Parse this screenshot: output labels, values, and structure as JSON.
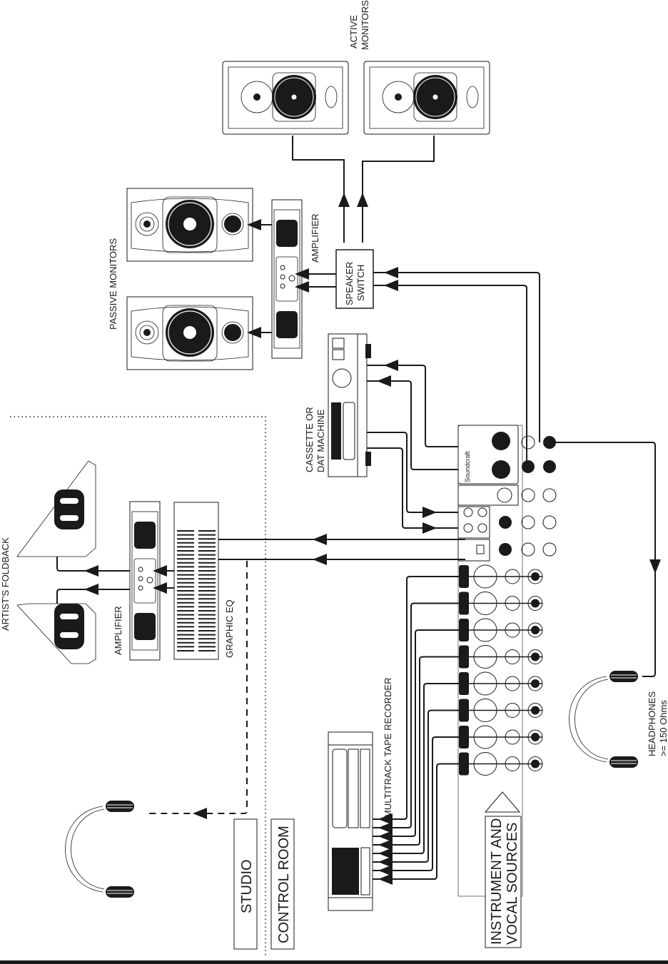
{
  "diagram": {
    "title": "Studio monitoring and recording setup",
    "zones": [
      {
        "id": "studio",
        "label": "STUDIO"
      },
      {
        "id": "control_room",
        "label": "CONTROL ROOM"
      }
    ],
    "labels": {
      "active_monitors": [
        "ACTIVE",
        "MONITORS"
      ],
      "passive_monitors": "PASSIVE MONITORS",
      "amplifier_main": "AMPLIFIER",
      "speaker_switch": [
        "SPEAKER",
        "SWITCH"
      ],
      "cassette": [
        "CASSETTE OR",
        "DAT MACHINE"
      ],
      "artists_foldback": "ARTIST'S FOLDBACK",
      "amplifier_foldback": "AMPLIFIER",
      "graphic_eq": "GRAPHIC EQ",
      "multitrack": "MULTITRACK TAPE RECORDER",
      "sources": [
        "INSTRUMENT AND",
        "VOCAL SOURCES"
      ],
      "headphones": [
        "HEADPHONES",
        ">= 150 Ohms"
      ],
      "mixer_brand": "Soundcraft"
    },
    "mixer_channel_count": 8,
    "connections": [
      {
        "from": "mixer",
        "to": "speaker_switch",
        "type": "solid"
      },
      {
        "from": "speaker_switch",
        "to": "active_monitors",
        "type": "solid"
      },
      {
        "from": "speaker_switch",
        "to": "amplifier_main",
        "type": "solid"
      },
      {
        "from": "amplifier_main",
        "to": "passive_monitors",
        "type": "solid"
      },
      {
        "from": "mixer",
        "to": "cassette",
        "type": "solid"
      },
      {
        "from": "cassette",
        "to": "mixer",
        "type": "solid"
      },
      {
        "from": "mixer",
        "to": "graphic_eq",
        "type": "solid"
      },
      {
        "from": "graphic_eq",
        "to": "amplifier_foldback",
        "type": "solid"
      },
      {
        "from": "amplifier_foldback",
        "to": "artists_foldback",
        "type": "solid"
      },
      {
        "from": "mixer",
        "to": "studio_headphones",
        "type": "dashed"
      },
      {
        "from": "mixer",
        "to": "multitrack",
        "type": "solid"
      },
      {
        "from": "mixer",
        "to": "headphones",
        "type": "solid"
      }
    ]
  }
}
